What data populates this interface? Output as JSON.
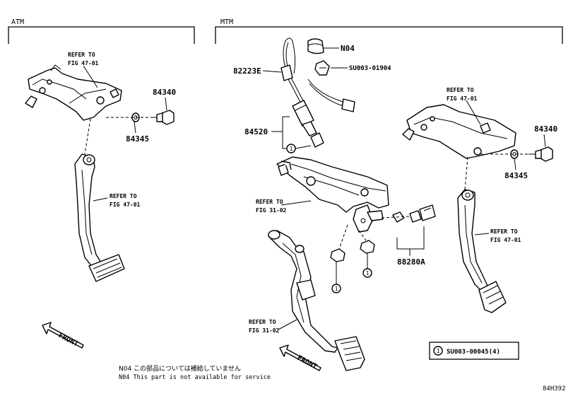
{
  "sections": {
    "atm": "ATM",
    "mtm": "MTM"
  },
  "refs": {
    "atm_bracket": "REFER TO\nFIG 47-01",
    "atm_pedal": "REFER TO\nFIG 47-01",
    "mtm_bracket": "REFER TO\nFIG 47-01",
    "mtm_pedal_right": "REFER TO\nFIG 47-01",
    "mtm_support": "REFER TO\nFIG 31-02",
    "mtm_clutch_pedal": "REFER TO\nFIG 31-02"
  },
  "parts": {
    "p84340_atm": "84340",
    "p84345_atm": "84345",
    "p84340_mtm": "84340",
    "p84345_mtm": "84345",
    "n04": "N04",
    "su_01904": "SU003-01904",
    "p82223e": "82223E",
    "p84520": "84520",
    "p88280a": "88280A"
  },
  "callouts": {
    "circle_num": "1"
  },
  "legend": {
    "num": "1",
    "text": "SU003-00045(4)"
  },
  "front_labels": {
    "atm": "FRONT",
    "mtm": "FRONT"
  },
  "notes": {
    "jp": "N04 この部品については補給していません",
    "en": "N04 This part is not available for service"
  },
  "figure_id": "84H392"
}
